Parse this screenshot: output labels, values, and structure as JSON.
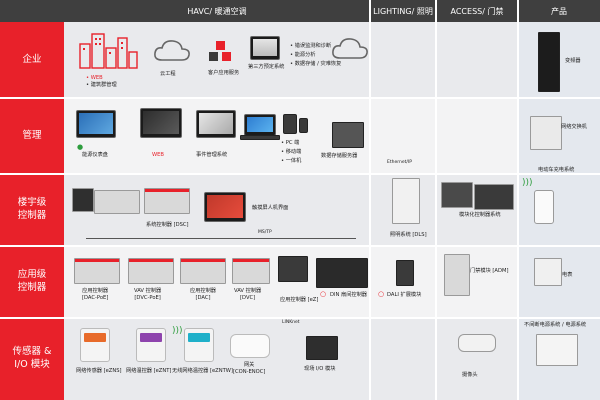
{
  "headers": {
    "havc": "HAVC/ 暖通空调",
    "lighting": "LIGHTING/ 照明",
    "access": "ACCESS/ 门禁",
    "products": "产品"
  },
  "rows": {
    "enterprise": "企业",
    "management": "管理",
    "building_controller": "楼宇级\n控制器",
    "app_controller": "应用级\n控制器",
    "sensor_io": "传感器 &\nI/O 模块"
  },
  "enterprise": {
    "web_label": "• WEB",
    "building_mgmt": "• 建筑群管理",
    "cloud_engineering": "云工程",
    "client_app": "客户应用服务",
    "third_party": "第三方预定系统",
    "bullets": [
      "• 错误监测和诊断",
      "• 能源分析",
      "• 数据存储 / 灾难恢复"
    ]
  },
  "management": {
    "energy_dashboard": "能源仪表盘",
    "web": "WEB",
    "event_mgmt": "事件管理系统",
    "bullets": [
      "• PC 端",
      "• 移动端",
      "• 一体机"
    ],
    "data_server": "数据存储服务器"
  },
  "building": {
    "system_controller": "系统控制器 [DSC]",
    "hmi": "触摸屏人机界面",
    "bus_label": "MS/TP",
    "ethernet_label": "Ethernet/IP",
    "lighting_system": "照明系统 [DLS]",
    "modular_controller": "模块化控制器系统"
  },
  "application": {
    "dac_poe": "应用控制器\n[DAC-PoE]",
    "dvc_poe": "VAV 控制器\n[DVC-PoE]",
    "dac": "应用控制器\n[DAC]",
    "dvc": "VAV 控制器\n[DVC]",
    "ez": "应用控制器 [eZ]",
    "din": "DIN 扇间控制器",
    "dali": "DALI 扩展模块",
    "adm": "门禁模块 [ADM]"
  },
  "sensor": {
    "bus_label": "LINKnet",
    "ezns": "网络传感器 [eZNS]",
    "eznt": "网络温控器 [eZNT]",
    "ezntw": "无线网络温控器 [eZNTW]",
    "gateway": "网关\n[CON-ENOC]",
    "io": "现场 I/O 模块",
    "camera": "摄像头"
  },
  "products": {
    "vfd": "变频器",
    "network_switch": "网络交换机",
    "ev_charger": "电动车充电系统",
    "meter": "电表",
    "ups": "不间断电源系统 / 电源系统"
  }
}
